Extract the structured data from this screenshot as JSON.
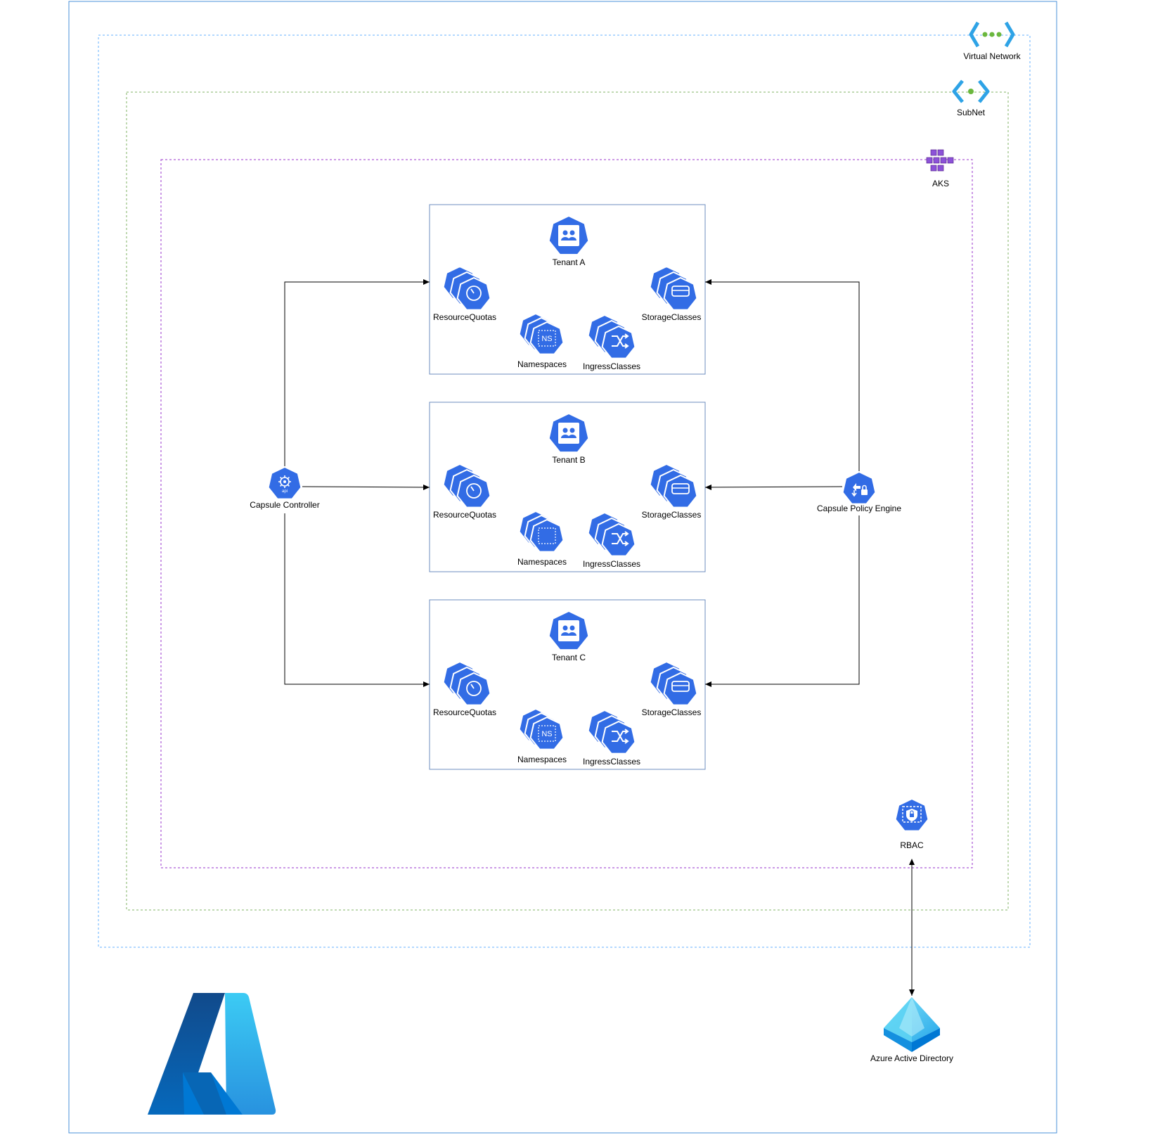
{
  "labels": {
    "virtual_network": "Virtual Network",
    "subnet": "SubNet",
    "aks": "AKS",
    "capsule_controller": "Capsule Controller",
    "capsule_policy_engine": "Capsule Policy Engine",
    "rbac": "RBAC",
    "azure_ad": "Azure Active Directory"
  },
  "tenants": [
    {
      "name": "Tenant A",
      "resource_quotas": "ResourceQuotas",
      "storage_classes": "StorageClasses",
      "namespaces": "Namespaces",
      "ingress_classes": "IngressClasses"
    },
    {
      "name": "Tenant B",
      "resource_quotas": "ResourceQuotas",
      "storage_classes": "StorageClasses",
      "namespaces": "Namespaces",
      "ingress_classes": "IngressClasses"
    },
    {
      "name": "Tenant C",
      "resource_quotas": "ResourceQuotas",
      "storage_classes": "StorageClasses",
      "namespaces": "Namespaces",
      "ingress_classes": "IngressClasses"
    }
  ],
  "icon_text": {
    "namespace_badge": "NS",
    "api_badge": "api"
  },
  "colors": {
    "outer_border": "#4a90d9",
    "vnet_border": "#66b2ff",
    "subnet_border": "#82b366",
    "aks_border": "#9933cc",
    "k8s_blue": "#326ce5",
    "tenant_border": "#6c8ebf"
  }
}
